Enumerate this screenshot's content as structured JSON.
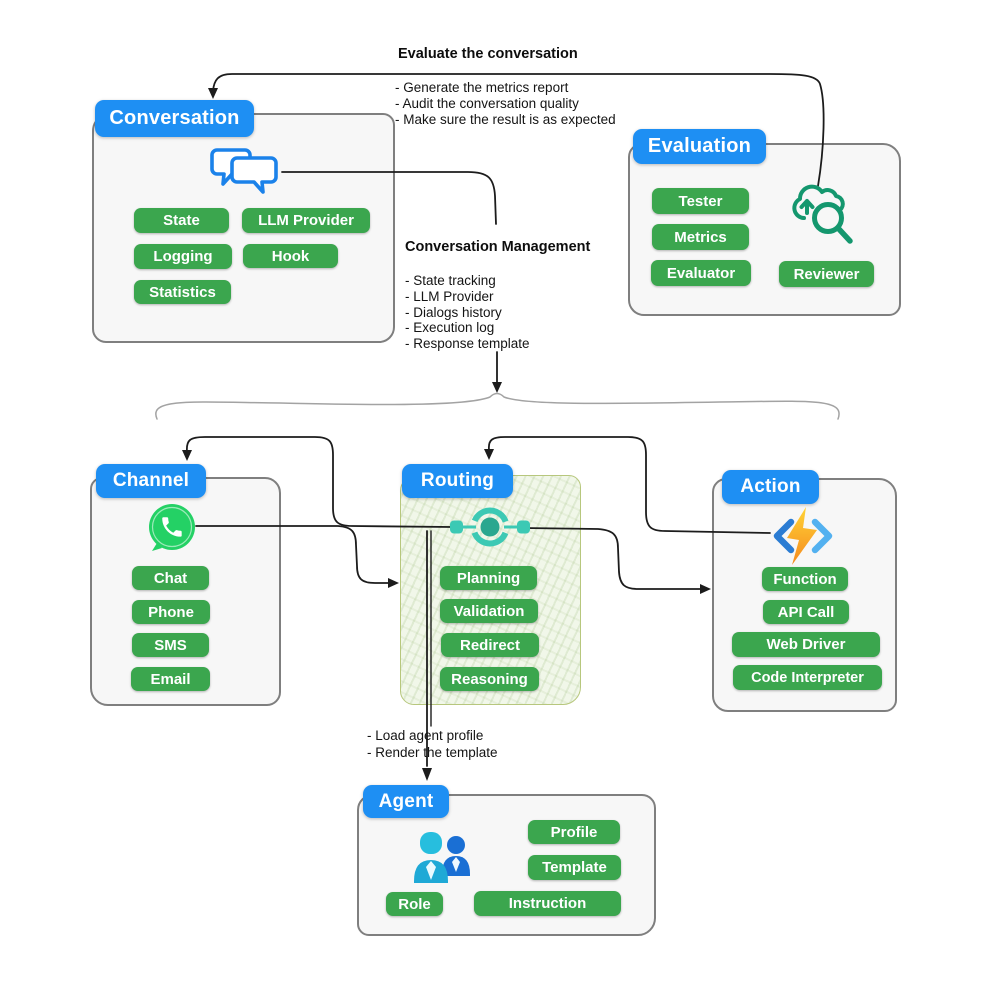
{
  "colors": {
    "header_blue": "#1e8ff3",
    "pill_green": "#3ba64e",
    "box_border_gray": "#7f7f7f",
    "routing_box_fill": "#f1f7e9",
    "routing_box_border": "#b7c77d",
    "connector_black": "#1c1c1c",
    "brace_gray": "#a3a3a3",
    "whatsapp_green": "#24d165",
    "hub_teal": "#3cc9b4",
    "hub_center_teal": "#2aa78f",
    "eval_icon_green": "#14976e",
    "chat_icon_blue": "#1b82ea",
    "bolt_yellow": "#ffd335",
    "bolt_orange": "#f58a1f",
    "bracket_blue_dark": "#2b7cd3",
    "bracket_blue_light": "#53b1f0",
    "person_front_cyan": "#27bede",
    "person_back_blue": "#1a6fd4"
  },
  "annotations": {
    "evaluate": {
      "title": "Evaluate the conversation",
      "items": [
        "- Generate the metrics report",
        "- Audit the conversation quality",
        "- Make sure the result is as expected"
      ]
    },
    "management": {
      "title": "Conversation Management",
      "items": [
        "- State tracking",
        "- LLM Provider",
        "- Dialogs history",
        "- Execution log",
        "- Response template"
      ]
    },
    "agent_note": {
      "items": [
        "- Load agent profile",
        "- Render the template"
      ]
    }
  },
  "boxes": {
    "conversation": {
      "title": "Conversation",
      "icon": "chat-bubbles-icon",
      "tags": [
        "State",
        "LLM Provider",
        "Logging",
        "Hook",
        "Statistics"
      ]
    },
    "evaluation": {
      "title": "Evaluation",
      "icon": "cloud-search-icon",
      "tags": [
        "Tester",
        "Metrics",
        "Evaluator",
        "Reviewer"
      ]
    },
    "channel": {
      "title": "Channel",
      "icon": "whatsapp-icon",
      "tags": [
        "Chat",
        "Phone",
        "SMS",
        "Email"
      ]
    },
    "routing": {
      "title": "Routing",
      "icon": "hub-icon",
      "tags": [
        "Planning",
        "Validation",
        "Redirect",
        "Reasoning"
      ]
    },
    "action": {
      "title": "Action",
      "icon": "azure-function-icon",
      "tags": [
        "Function",
        "API Call",
        "Web Driver",
        "Code Interpreter"
      ]
    },
    "agent": {
      "title": "Agent",
      "icon": "team-icon",
      "tags": [
        "Profile",
        "Template",
        "Role",
        "Instruction"
      ]
    }
  }
}
